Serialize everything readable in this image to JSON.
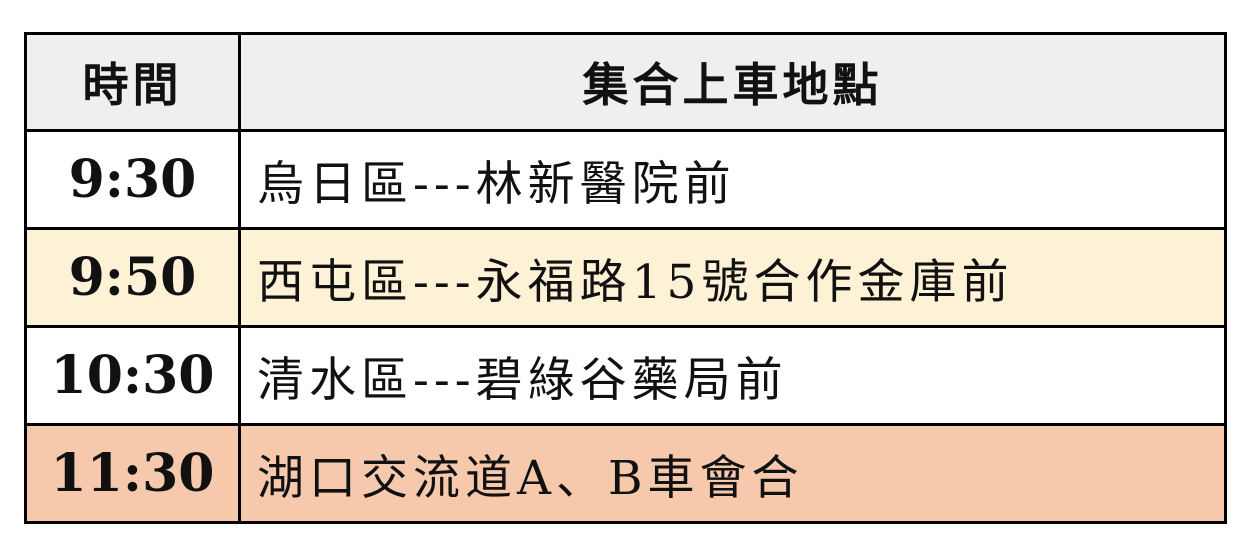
{
  "table": {
    "header": {
      "time": "時間",
      "place": "集合上車地點"
    },
    "rows": [
      {
        "time": "9:30",
        "place": "烏日區---林新醫院前",
        "bg": "#ffffff"
      },
      {
        "time": "9:50",
        "place": "西屯區---永福路15號合作金庫前",
        "bg": "#fdf1d6"
      },
      {
        "time": "10:30",
        "place": "清水區---碧綠谷藥局前",
        "bg": "#ffffff"
      },
      {
        "time": "11:30",
        "place": "湖口交流道A、B車會合",
        "bg": "#f6c9ad"
      }
    ]
  }
}
